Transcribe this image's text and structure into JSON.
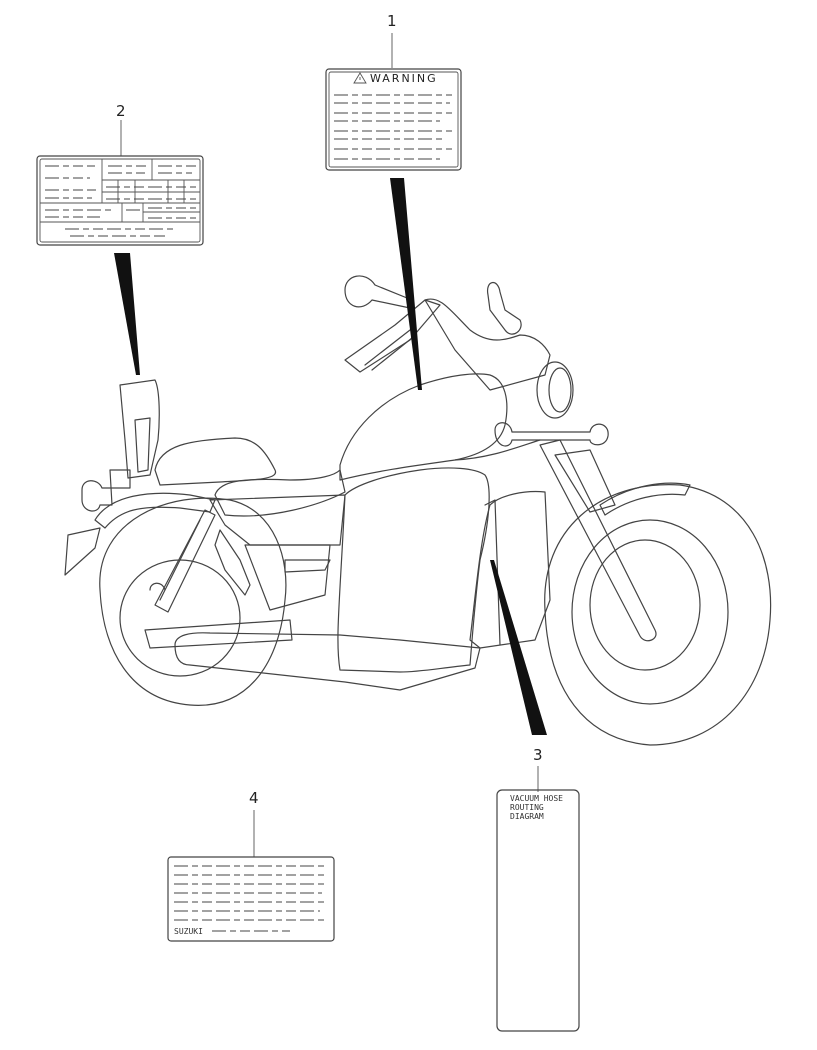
{
  "callouts": [
    {
      "id": "1",
      "number": "1",
      "header": "WARNING"
    },
    {
      "id": "2",
      "number": "2"
    },
    {
      "id": "3",
      "number": "3",
      "lines": [
        "VACUUM HOSE",
        "ROUTING",
        "DIAGRAM"
      ]
    },
    {
      "id": "4",
      "number": "4",
      "footer": "SUZUKI"
    }
  ],
  "colors": {
    "line": "#444444",
    "leader": "#111111",
    "background": "#ffffff"
  }
}
